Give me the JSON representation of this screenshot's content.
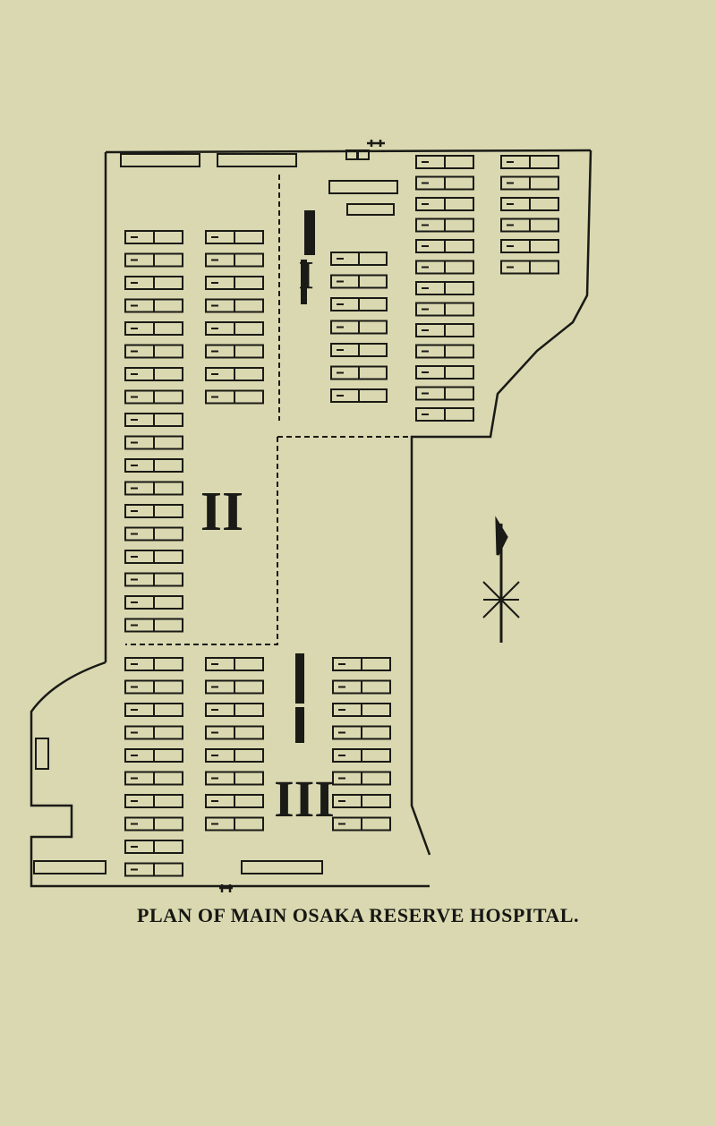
{
  "caption": "PLAN OF MAIN OSAKA RESERVE HOSPITAL.",
  "sections": {
    "one": "I",
    "two": "II",
    "three": "III"
  },
  "colors": {
    "background": "#d9d8b0",
    "ink": "#1a1a16"
  }
}
